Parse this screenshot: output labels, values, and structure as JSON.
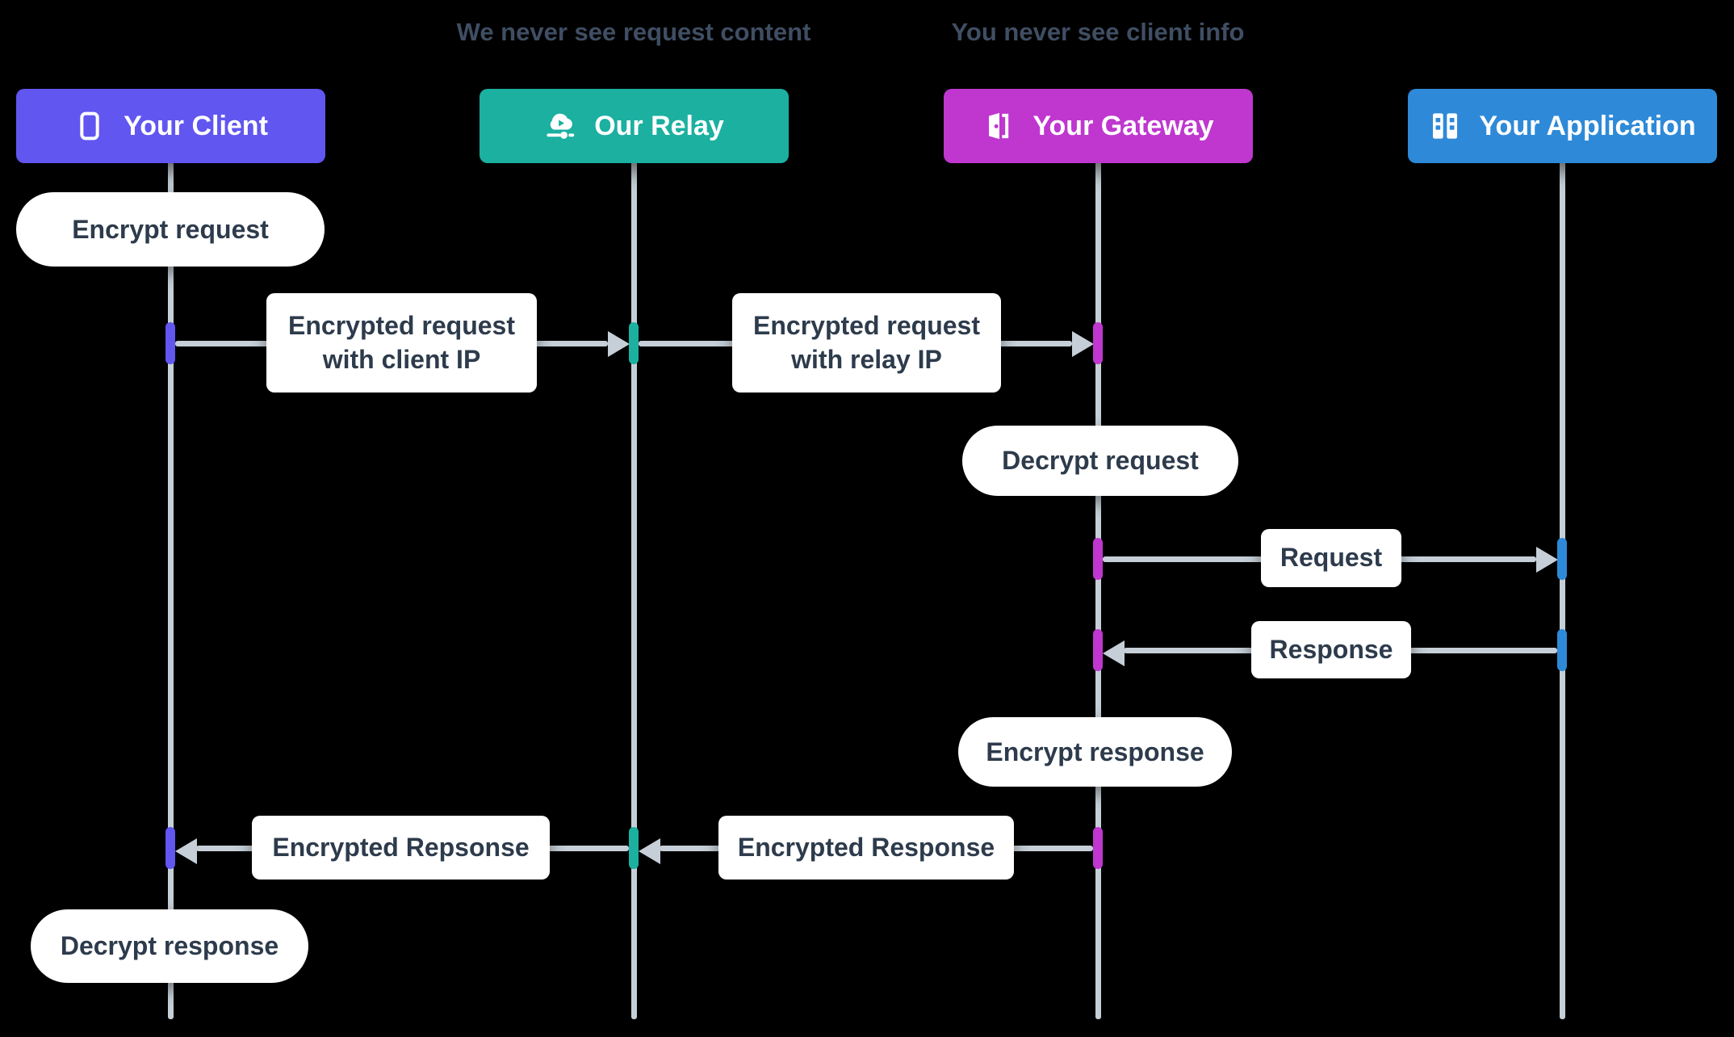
{
  "colors": {
    "background": "#000000",
    "client": "#6156f0",
    "relay": "#1bb0a0",
    "gateway": "#bf37cf",
    "application": "#2e8ad8",
    "lifeline": "#c6cfd7",
    "box_background": "#ffffff",
    "box_text": "#2d3b4c",
    "note_text": "#3f4e63"
  },
  "annotations": {
    "relay_note": "We never see request content",
    "gateway_note": "You never see client info"
  },
  "actors": [
    {
      "label": "Your Client",
      "icon": "mobile-icon",
      "color": "#6156f0"
    },
    {
      "label": "Our Relay",
      "icon": "cloud-relay-icon",
      "color": "#1bb0a0"
    },
    {
      "label": "Your Gateway",
      "icon": "open-door-icon",
      "color": "#bf37cf"
    },
    {
      "label": "Your Application",
      "icon": "server-towers-icon",
      "color": "#2e8ad8"
    }
  ],
  "self_actions": [
    {
      "actor": "Your Client",
      "label": "Encrypt request"
    },
    {
      "actor": "Your Gateway",
      "label": "Decrypt request"
    },
    {
      "actor": "Your Gateway",
      "label": "Encrypt response"
    },
    {
      "actor": "Your Client",
      "label": "Decrypt response"
    }
  ],
  "messages": [
    {
      "from": "Your Client",
      "to": "Our Relay",
      "direction": "right",
      "lines": [
        "Encrypted request",
        "with client IP"
      ]
    },
    {
      "from": "Our Relay",
      "to": "Your Gateway",
      "direction": "right",
      "lines": [
        "Encrypted request",
        "with relay IP"
      ]
    },
    {
      "from": "Your Gateway",
      "to": "Your Application",
      "direction": "right",
      "lines": [
        "Request"
      ]
    },
    {
      "from": "Your Application",
      "to": "Your Gateway",
      "direction": "left",
      "lines": [
        "Response"
      ]
    },
    {
      "from": "Your Gateway",
      "to": "Our Relay",
      "direction": "left",
      "lines": [
        "Encrypted Response"
      ]
    },
    {
      "from": "Our Relay",
      "to": "Your Client",
      "direction": "left",
      "lines": [
        "Encrypted Repsonse"
      ]
    }
  ]
}
